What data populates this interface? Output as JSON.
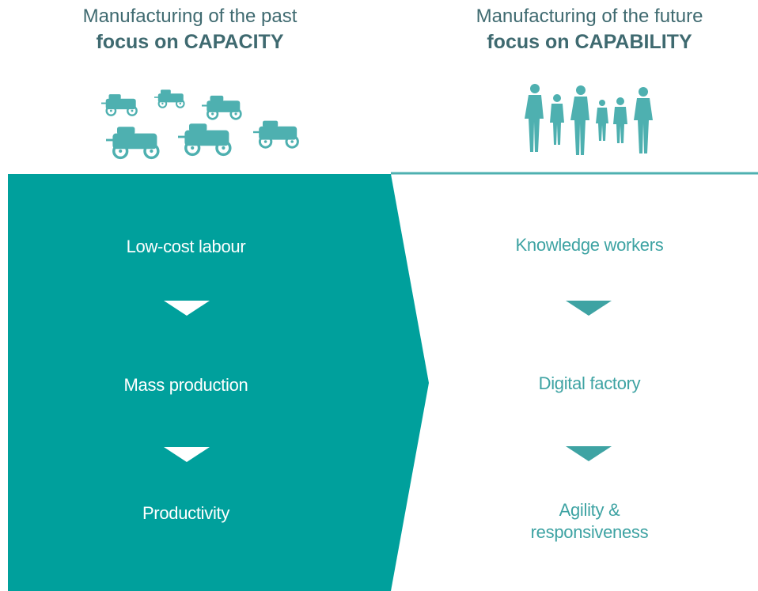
{
  "colors": {
    "teal": "#00a09c",
    "heading": "#3f6a70",
    "future_text": "#3ea3a3",
    "illustration": "#4eb0b0"
  },
  "past": {
    "title_line1": "Manufacturing of the past",
    "title_line2": "focus on CAPACITY",
    "illustration": "vintage-cars-icon",
    "steps": [
      "Low-cost labour",
      "Mass production",
      "Productivity"
    ]
  },
  "future": {
    "title_line1": "Manufacturing of the future",
    "title_line2": "focus on CAPABILITY",
    "illustration": "people-silhouettes-icon",
    "steps": [
      "Knowledge workers",
      "Digital factory",
      "Agility &",
      "responsiveness"
    ]
  }
}
